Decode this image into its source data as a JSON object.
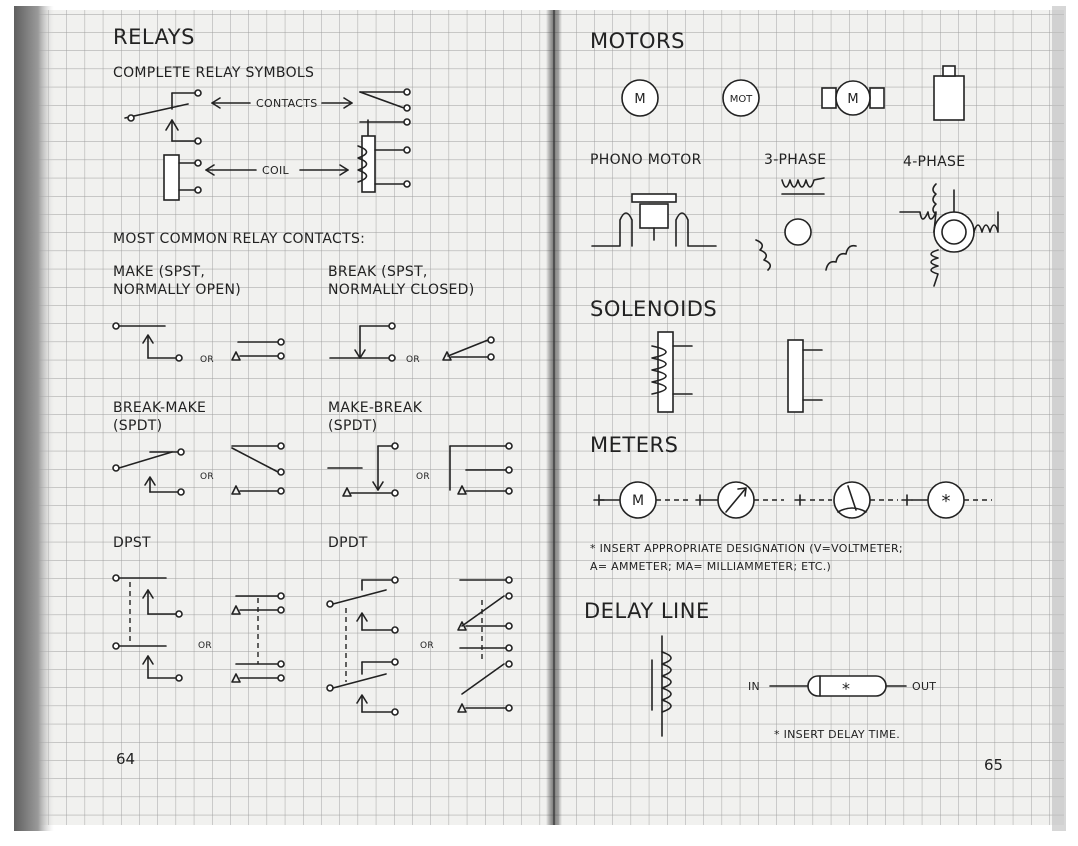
{
  "left_page": {
    "title": "RELAYS",
    "complete_heading": "COMPLETE RELAY SYMBOLS",
    "contacts_label": "CONTACTS",
    "coil_label": "COIL",
    "common_heading": "MOST COMMON RELAY CONTACTS:",
    "make_line1": "MAKE (SPST,",
    "make_line2": "NORMALLY OPEN)",
    "break_line1": "BREAK (SPST,",
    "break_line2": "NORMALLY CLOSED)",
    "break_make_line1": "BREAK-MAKE",
    "break_make_line2": "(SPDT)",
    "make_break_line1": "MAKE-BREAK",
    "make_break_line2": "(SPDT)",
    "dpst": "DPST",
    "dpdt": "DPDT",
    "or_label": "OR",
    "page_number": "64"
  },
  "right_page": {
    "motors_title": "MOTORS",
    "motor_m": "M",
    "motor_mot": "MOT",
    "phono_motor": "PHONO MOTOR",
    "three_phase": "3-PHASE",
    "four_phase": "4-PHASE",
    "solenoids_title": "SOLENOIDS",
    "meters_title": "METERS",
    "meter_m": "M",
    "meter_star": "*",
    "meter_note_line1": "* INSERT APPROPRIATE DESIGNATION (V=VOLTMETER;",
    "meter_note_line2": "A= AMMETER; MA= MILLIAMMETER; ETC.)",
    "delay_title": "DELAY LINE",
    "delay_in": "IN",
    "delay_out": "OUT",
    "delay_star": "*",
    "delay_note": "* INSERT DELAY TIME.",
    "page_number": "65"
  },
  "colors": {
    "paper": "#f1f1ef",
    "grid": "#9c9c9c",
    "ink": "#222222",
    "binding": "#6e6e6e"
  }
}
